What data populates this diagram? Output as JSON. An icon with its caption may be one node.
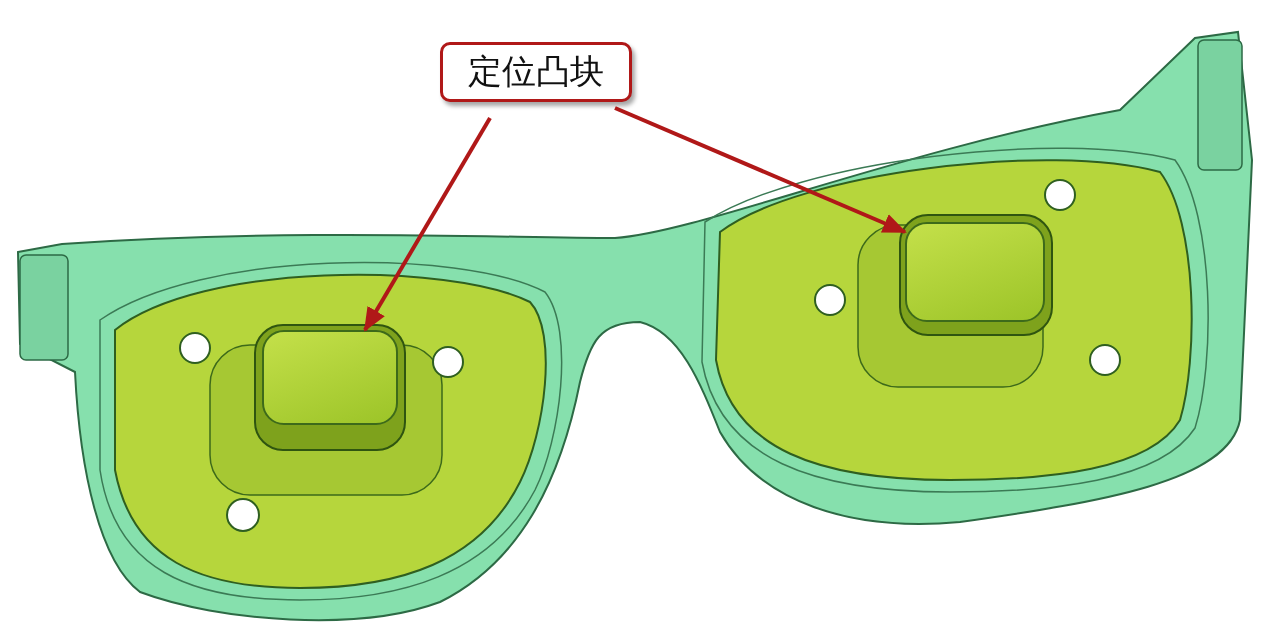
{
  "diagram": {
    "nodes": [
      {
        "text": [
          "定位凸块"
        ]
      },
      {
        "text": [],
        "shape": "box"
      },
      {
        "text": [],
        "shape": "box"
      }
    ],
    "edges": [
      {
        "from": 0,
        "to": 1,
        "arrow": "to"
      },
      {
        "from": 0,
        "to": 2,
        "arrow": "to"
      }
    ]
  }
}
